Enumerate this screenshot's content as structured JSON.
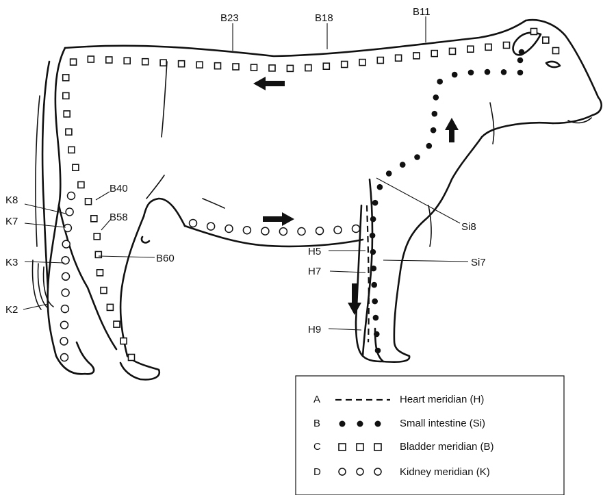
{
  "points": {
    "bladder": [
      "B23",
      "B18",
      "B11",
      "B40",
      "B58",
      "B60"
    ],
    "kidney": [
      "K8",
      "K7",
      "K3",
      "K2"
    ],
    "small_intestine": [
      "Si8",
      "Si7"
    ],
    "heart": [
      "H5",
      "H7",
      "H9"
    ]
  },
  "legend": [
    {
      "letter": "A",
      "marker": "dash",
      "label": "Heart meridian (H)"
    },
    {
      "letter": "B",
      "marker": "dot",
      "label": "Small intestine (Si)"
    },
    {
      "letter": "C",
      "marker": "square",
      "label": "Bladder meridian (B)"
    },
    {
      "letter": "D",
      "marker": "circle",
      "label": "Kidney meridian (K)"
    }
  ]
}
